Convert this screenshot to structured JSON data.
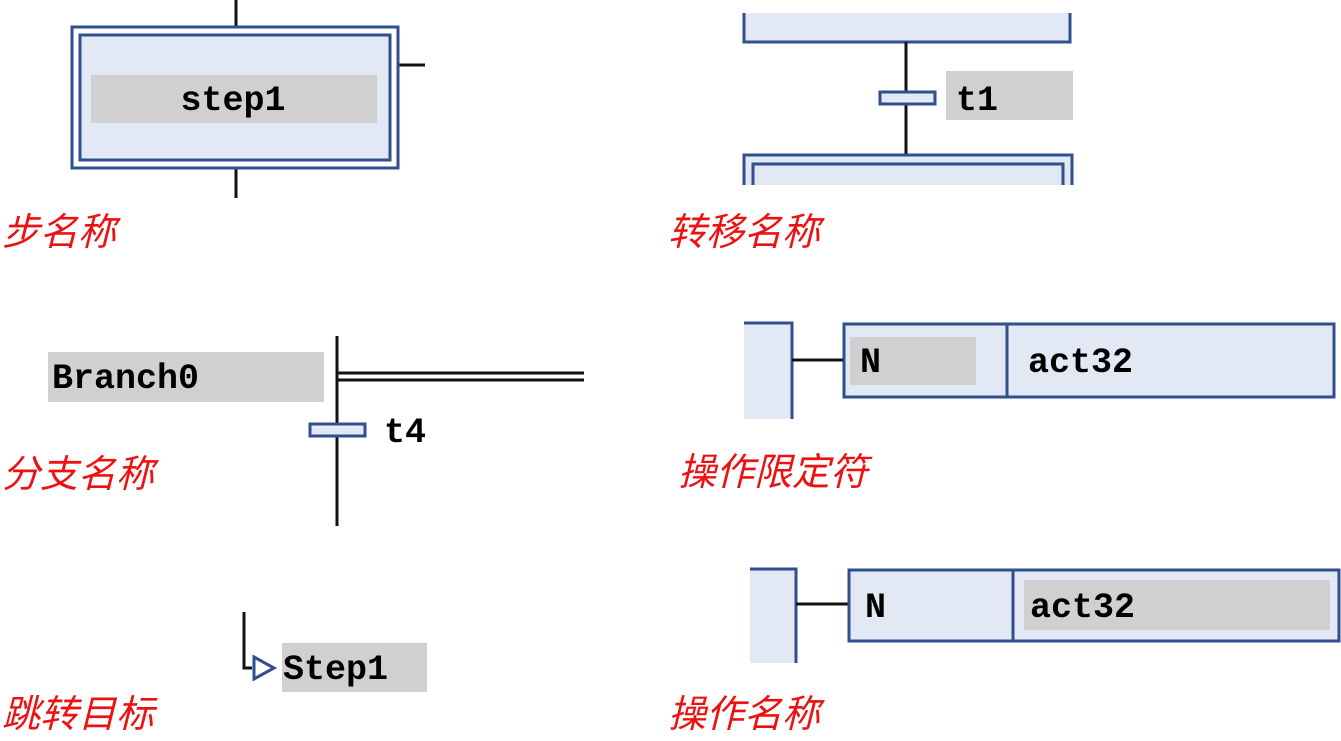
{
  "colors": {
    "caption": "#ee1111",
    "frame": "#2f4f8f",
    "frame_fill": "#e2e9f4",
    "name_highlight": "#d0d0d0",
    "line": "#111111"
  },
  "step": {
    "name": "step1",
    "caption": "步名称"
  },
  "transition": {
    "name": "t1",
    "caption": "转移名称"
  },
  "branch": {
    "name": "Branch0",
    "transition": "t4",
    "caption": "分支名称"
  },
  "action_qualifier": {
    "qualifier": "N",
    "action": "act32",
    "caption": "操作限定符"
  },
  "jump": {
    "target": "Step1",
    "caption": "跳转目标"
  },
  "action_name": {
    "qualifier": "N",
    "action": "act32",
    "caption": "操作名称"
  }
}
